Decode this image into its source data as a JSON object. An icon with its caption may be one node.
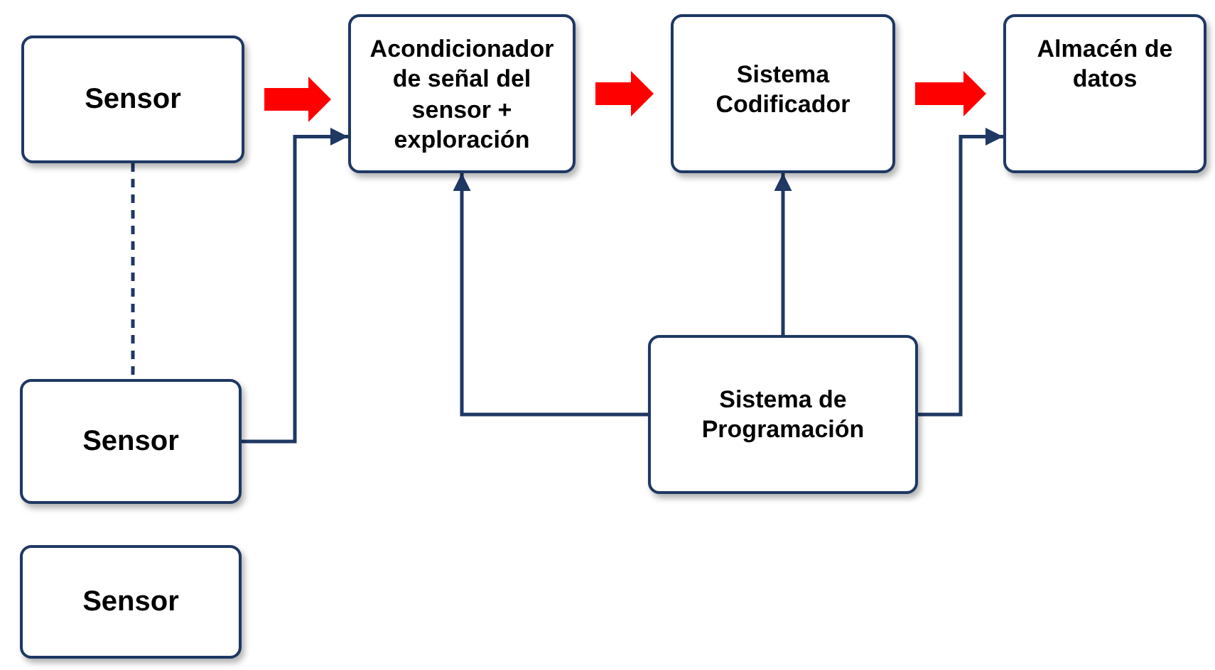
{
  "diagram": {
    "nodes": [
      {
        "text": [
          "Sensor"
        ]
      },
      {
        "text": [
          "Acondicionador de señal del sensor + exploración"
        ]
      },
      {
        "text": [
          "Sistema Codificador"
        ]
      },
      {
        "text": [
          "Almacén de datos"
        ]
      },
      {
        "text": [
          "Sensor"
        ]
      },
      {
        "text": [
          "Sensor"
        ]
      },
      {
        "text": [
          "Sistema de Programación"
        ]
      }
    ],
    "edges": [
      {
        "from": 0,
        "to": 1,
        "arrow": "to",
        "style": "thick",
        "color": "#ff0000"
      },
      {
        "from": 1,
        "to": 2,
        "arrow": "to",
        "style": "thick",
        "color": "#ff0000"
      },
      {
        "from": 2,
        "to": 3,
        "arrow": "to",
        "style": "thick",
        "color": "#ff0000"
      },
      {
        "from": 0,
        "to": 4,
        "arrow": "none",
        "style": "dashed"
      },
      {
        "from": 4,
        "to": 1,
        "arrow": "to"
      },
      {
        "from": 6,
        "to": 1,
        "arrow": "to"
      },
      {
        "from": 6,
        "to": 2,
        "arrow": "to"
      },
      {
        "from": 6,
        "to": 3,
        "arrow": "to"
      }
    ]
  }
}
